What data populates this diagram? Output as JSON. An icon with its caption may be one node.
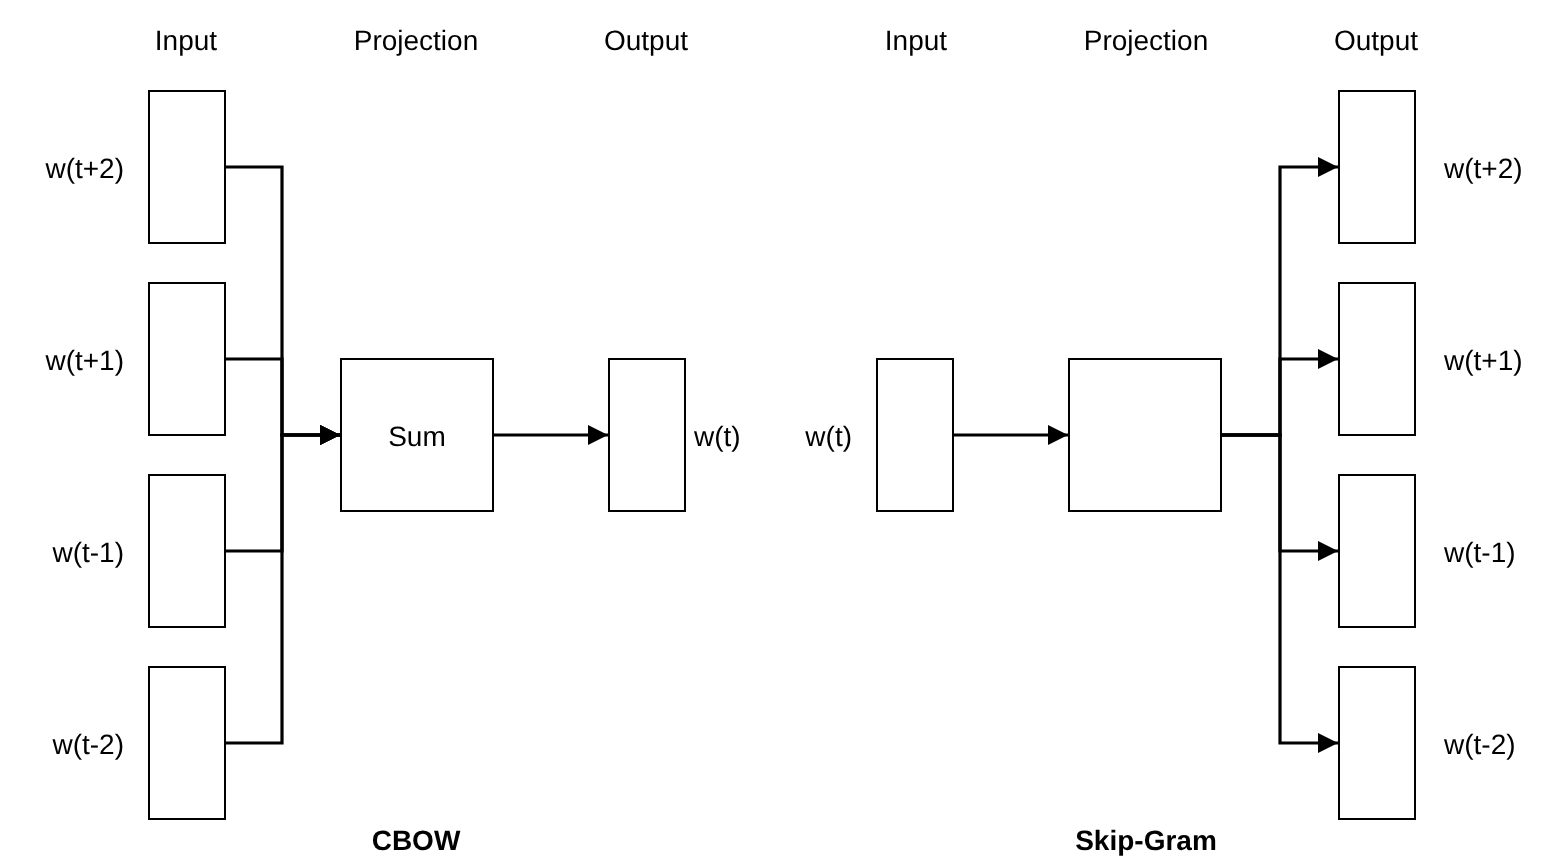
{
  "diagram": {
    "nodes": [
      {
        "text": [],
        "shape": "box",
        "beside": [
          "w(t+2)"
        ]
      },
      {
        "text": [],
        "shape": "box",
        "beside": [
          "w(t+1)"
        ]
      },
      {
        "text": [],
        "shape": "box",
        "beside": [
          "w(t-1)"
        ]
      },
      {
        "text": [],
        "shape": "box",
        "beside": [
          "w(t-2)"
        ]
      },
      {
        "text": [
          "Sum"
        ]
      },
      {
        "text": [],
        "shape": "box",
        "beside": [
          "w(t)"
        ]
      },
      {
        "text": [],
        "shape": "box",
        "beside": [
          "w(t)"
        ]
      },
      {
        "text": [],
        "shape": "box"
      },
      {
        "text": [],
        "shape": "box",
        "beside": [
          "w(t+2)"
        ]
      },
      {
        "text": [],
        "shape": "box",
        "beside": [
          "w(t+1)"
        ]
      },
      {
        "text": [],
        "shape": "box",
        "beside": [
          "w(t-1)"
        ]
      },
      {
        "text": [],
        "shape": "box",
        "beside": [
          "w(t-2)"
        ]
      }
    ],
    "edges": [
      {
        "from": 0,
        "to": 4,
        "arrow": "to"
      },
      {
        "from": 1,
        "to": 4,
        "arrow": "to"
      },
      {
        "from": 2,
        "to": 4,
        "arrow": "to"
      },
      {
        "from": 3,
        "to": 4,
        "arrow": "to"
      },
      {
        "from": 4,
        "to": 5,
        "arrow": "to"
      },
      {
        "from": 6,
        "to": 7,
        "arrow": "to"
      },
      {
        "from": 7,
        "to": 8,
        "arrow": "to"
      },
      {
        "from": 7,
        "to": 9,
        "arrow": "to"
      },
      {
        "from": 7,
        "to": 10,
        "arrow": "to"
      },
      {
        "from": 7,
        "to": 11,
        "arrow": "to"
      }
    ],
    "labels": [
      "Input",
      "Projection",
      "Output",
      "Input",
      "Projection",
      "Output",
      "CBOW",
      "Skip-Gram"
    ]
  }
}
